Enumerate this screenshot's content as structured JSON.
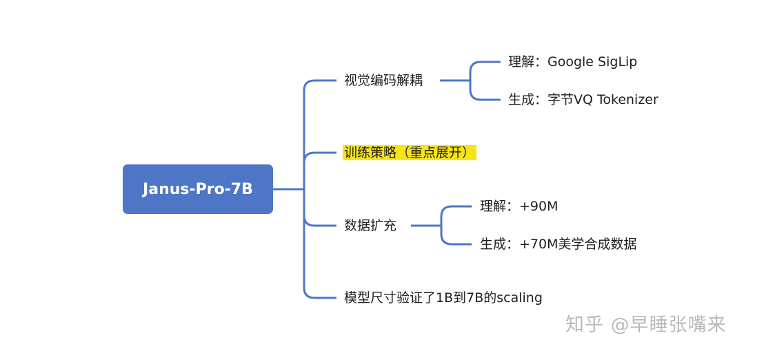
{
  "root": {
    "label": "Janus-Pro-7B"
  },
  "branches": [
    {
      "label": "视觉编码解耦",
      "children": [
        "理解：Google SigLip",
        "生成：字节VQ Tokenizer"
      ]
    },
    {
      "label": "训练策略（重点展开）",
      "highlighted": true
    },
    {
      "label": "数据扩充",
      "children": [
        "理解：+90M",
        "生成：+70M美学合成数据"
      ]
    },
    {
      "label": "模型尺寸验证了1B到7B的scaling"
    }
  ],
  "watermark": "知乎 @早睡张嘴来",
  "colors": {
    "line": "#4e76c7",
    "root_fill": "#4e76c7",
    "highlight": "#f7e31c"
  }
}
